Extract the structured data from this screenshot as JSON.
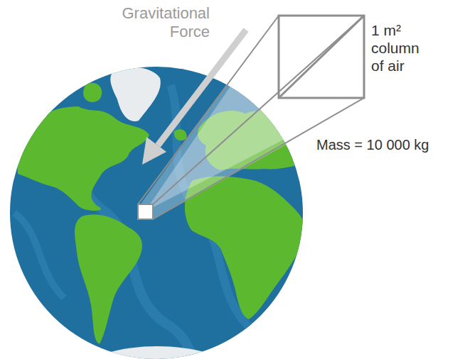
{
  "diagram": {
    "labels": [
      "Gravitational Force",
      "1 m² column of air",
      "Mass = 10 000 kg"
    ]
  }
}
